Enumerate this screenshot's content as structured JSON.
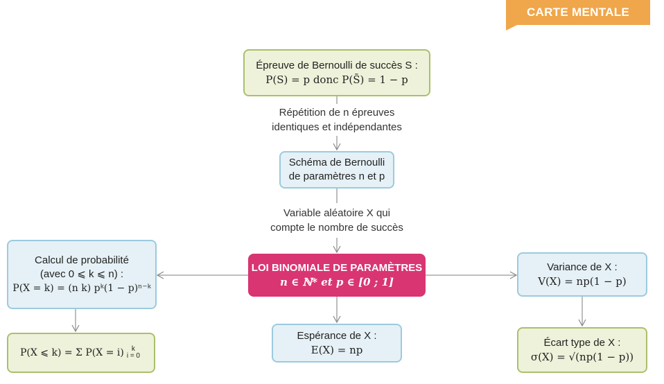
{
  "badge": {
    "label": "CARTE MENTALE"
  },
  "colors": {
    "accent": "#f0a64a",
    "central": "#d93572",
    "green_border": "#a9c06a",
    "blue_border": "#9ccade"
  },
  "nodes": {
    "bernoulli_trial": {
      "line1": "Épreuve de Bernoulli de succès S :",
      "line2": "P(S) = p donc P(S̄) = 1 − p"
    },
    "repetition": {
      "line1": "Répétition de n épreuves",
      "line2": "identiques et indépendantes"
    },
    "scheme": {
      "line1": "Schéma de Bernoulli",
      "line2": "de paramètres n et p"
    },
    "variable": {
      "line1": "Variable aléatoire X qui",
      "line2": "compte le nombre de succès"
    },
    "central": {
      "line1": "LOI BINOMIALE DE PARAMÈTRES",
      "line2": "n ∈ ℕ* et p ∈ [0 ; 1]"
    },
    "probability": {
      "line1": "Calcul de probabilité",
      "line2": "(avec 0 ⩽ k ⩽ n) :",
      "line3": "P(X = k) = (n k) pᵏ(1 − p)ⁿ⁻ᵏ"
    },
    "cumulative": {
      "formula": "P(X ⩽ k) = Σ P(X = i)",
      "sum_top": "k",
      "sum_bottom": "i = 0"
    },
    "expectation": {
      "line1": "Espérance de X :",
      "line2": "E(X) = np"
    },
    "variance": {
      "line1": "Variance de X :",
      "line2": "V(X) = np(1 − p)"
    },
    "std_dev": {
      "line1": "Écart type de X :",
      "line2": "σ(X) = √(np(1 − p))"
    }
  }
}
